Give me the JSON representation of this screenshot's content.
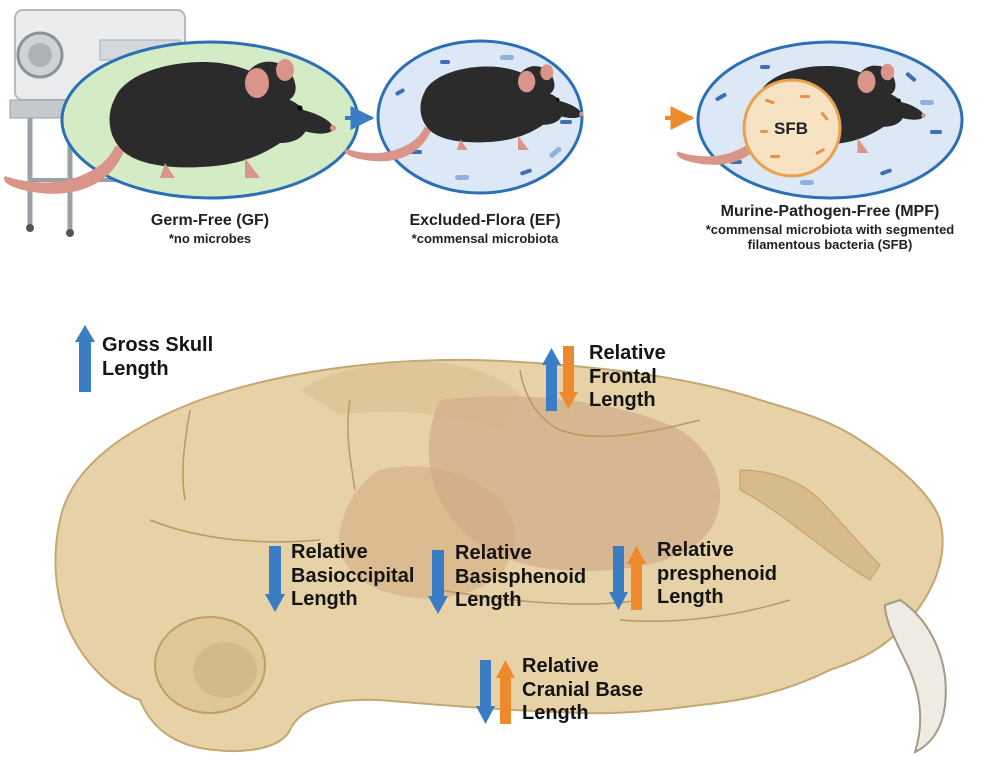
{
  "conditions": [
    {
      "title": "Germ-Free (GF)",
      "note": "*no microbes"
    },
    {
      "title": "Excluded-Flora (EF)",
      "note": "*commensal microbiota"
    },
    {
      "title": "Murine-Pathogen-Free (MPF)",
      "note_line1": "*commensal microbiota with segmented",
      "note_line2": "filamentous bacteria (SFB)"
    }
  ],
  "sfb_label": "SFB",
  "arrow_colors": {
    "blue": "#3a7dc4",
    "orange": "#ee8a2e"
  },
  "measures": {
    "gross_skull": [
      "Gross Skull",
      "Length"
    ],
    "frontal": [
      "Relative",
      "Frontal",
      "Length"
    ],
    "basioccipital": [
      "Relative",
      "Basioccipital",
      "Length"
    ],
    "basisphenoid": [
      "Relative",
      "Basisphenoid",
      "Length"
    ],
    "presphenoid": [
      "Relative",
      "presphenoid",
      "Length"
    ],
    "cranial_base": [
      "Relative",
      "Cranial Base",
      "Length"
    ]
  }
}
